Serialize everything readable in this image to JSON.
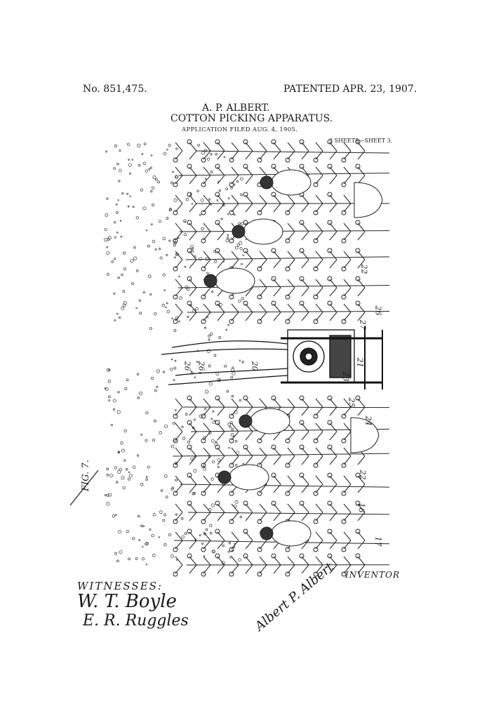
{
  "header": {
    "patent_number": "No. 851,475.",
    "patent_date": "PATENTED APR. 23, 1907.",
    "inventor": "A. P. ALBERT.",
    "title": "COTTON PICKING APPARATUS.",
    "filed": "APPLICATION FILED AUG. 4, 1905.",
    "sheets": "3 SHEETS—SHEET 3."
  },
  "drawing": {
    "figure_label": "FIG. 7.",
    "reference_numerals": [
      "22",
      "26",
      "27",
      "20",
      "21",
      "23",
      "26",
      "26",
      "25",
      "24",
      "22",
      "16",
      "17"
    ]
  },
  "footer": {
    "witnesses_label": "WITNESSES:",
    "witness_signatures": [
      "W. T. Boyle",
      "E. R. Ruggles"
    ],
    "inventor_label": "INVENTOR",
    "inventor_signature": "Albert P. Albert"
  }
}
